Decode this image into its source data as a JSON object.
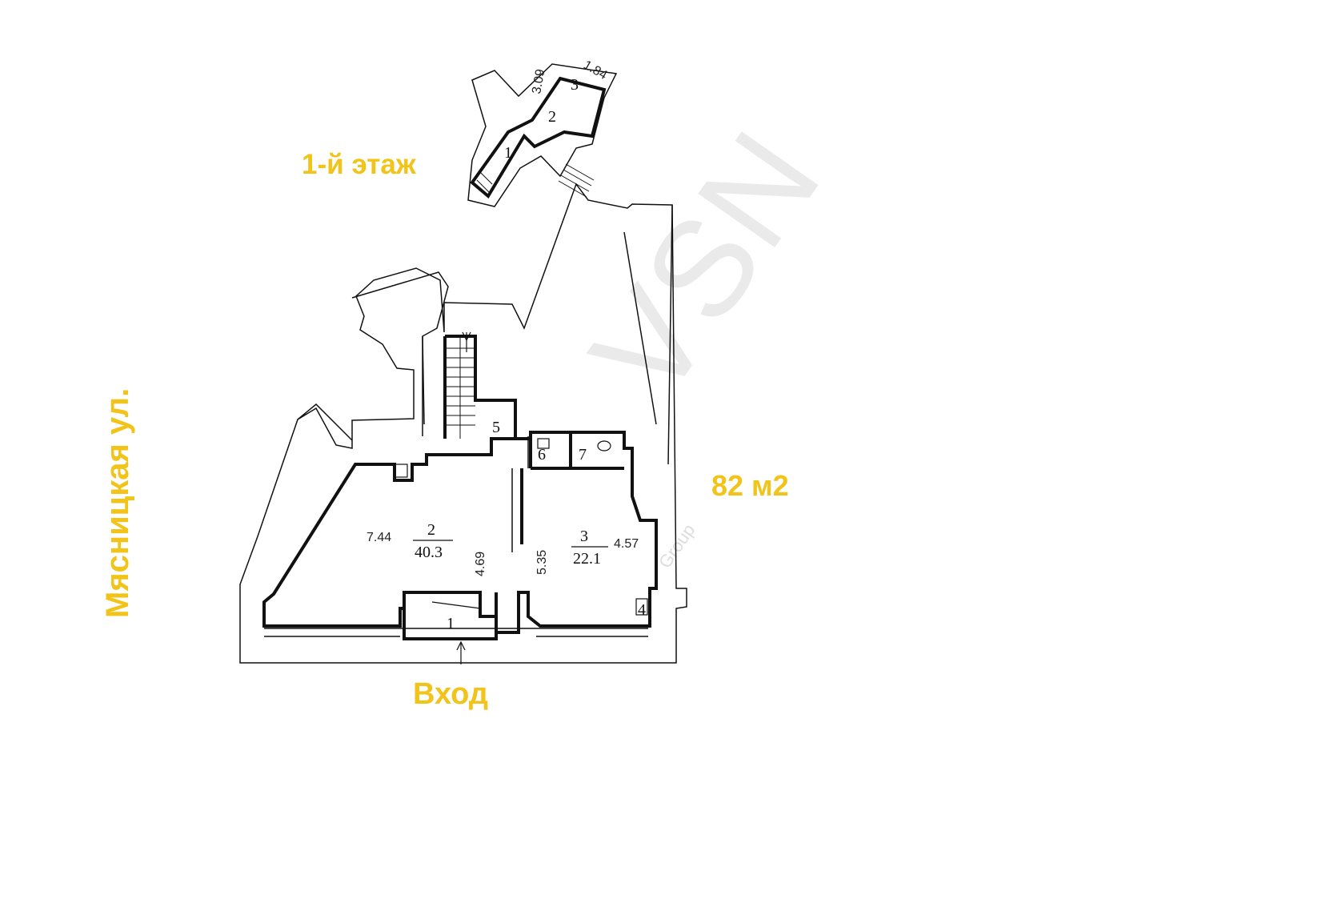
{
  "labels": {
    "floor": "1-й этаж",
    "street": "Мясницкая ул.",
    "area": "82 м2",
    "entrance": "Вход"
  },
  "watermark": {
    "main": "VSN",
    "sub": "Group"
  },
  "rooms": {
    "r1": "1",
    "r2": "2",
    "r2_area": "40.3",
    "r3": "3",
    "r3_area": "22.1",
    "r4": "4",
    "r5": "5",
    "r6": "6",
    "r7": "7",
    "top1": "1",
    "top2": "2",
    "top3": "3"
  },
  "dimensions": {
    "d744": "7.44",
    "d469": "4.69",
    "d535": "5.35",
    "d457": "4.57",
    "d309": "3.09",
    "d184": "1.84"
  },
  "colors": {
    "label": "#f2c318",
    "wall": "#111111"
  }
}
